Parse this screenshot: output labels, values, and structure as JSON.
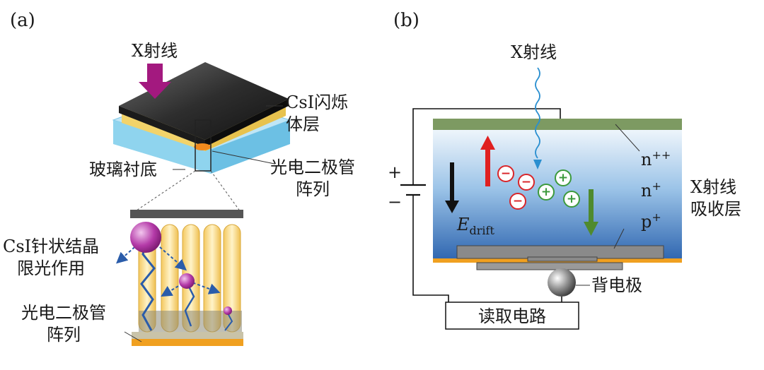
{
  "panel_a": {
    "tag": "(a)",
    "xray": "X射线",
    "csi_layer": "CsI闪烁\n体层",
    "glass": "玻璃衬底",
    "photodiode_top": "光电二极管\n阵列",
    "csi_crystal": "CsI针状结晶\n限光作用",
    "photodiode_bottom": "光电二极管\n阵列"
  },
  "panel_b": {
    "tag": "(b)",
    "xray": "X射线",
    "n_pp": "n",
    "n_pp_sup": "++",
    "n_p": "n",
    "n_p_sup": "+",
    "p_p": "p",
    "p_p_sup": "+",
    "absorb": "X射线\n吸收层",
    "plus": "+",
    "minus": "−",
    "edrift": "E",
    "edrift_sub": "drift",
    "back_electrode": "背电极",
    "readout": "读取电路",
    "electron": "−",
    "hole": "+"
  },
  "colors": {
    "arrow_purple": "#a3197f",
    "substrate_blue": "#8fd4ee",
    "scintillator_yellow": "#f2d36a",
    "electrode_green": "#7d9a62",
    "absorber_top": "#eaf3fb",
    "absorber_bottom": "#2f6db5",
    "electron_red": "#d9252a",
    "hole_green": "#3c9a3c",
    "drift_arrow_red": "#e02020",
    "drift_arrow_green": "#4f8a2e",
    "drift_arrow_black": "#111111",
    "contact_orange": "#f0a020"
  }
}
